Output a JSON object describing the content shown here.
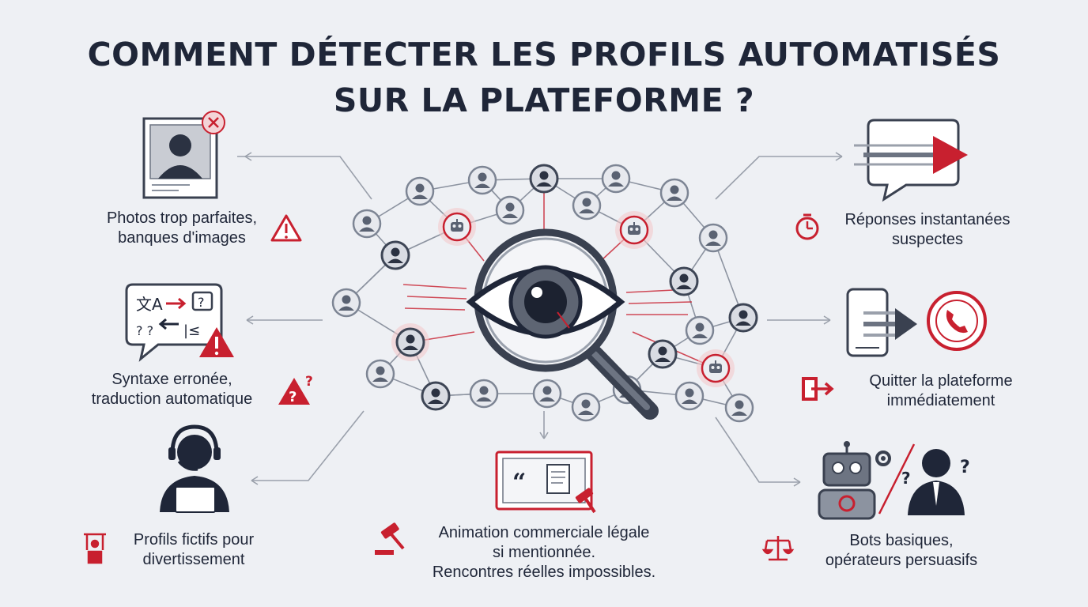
{
  "title": {
    "line1": "COMMENT DÉTECTER LES PROFILS AUTOMATISÉS",
    "line2": "SUR LA PLATEFORME ?"
  },
  "left_items": [
    {
      "line1": "Photos trop parfaites,",
      "line2": "banques d'images",
      "icon": "stock-photo-icon",
      "badge": "warning-triangle-icon"
    },
    {
      "line1": "Syntaxe erronée,",
      "line2": "traduction automatique",
      "icon": "translation-bubble-icon",
      "badge": "question-warning-icon"
    },
    {
      "line1": "Profils fictifs pour",
      "line2": "divertissement",
      "icon": "headset-operator-icon",
      "badge": "puppet-icon"
    }
  ],
  "right_items": [
    {
      "line1": "Réponses instantanées",
      "line2": "suspectes",
      "icon": "fast-message-icon",
      "badge": "stopwatch-icon"
    },
    {
      "line1": "Quitter la plateforme",
      "line2": "immédiatement",
      "icon": "phone-exit-icon",
      "badge": "exit-door-icon"
    },
    {
      "line1": "Bots basiques,",
      "line2": "opérateurs persuasifs",
      "icon": "robot-vs-operator-icon",
      "badge": "scales-icon"
    }
  ],
  "bottom_item": {
    "line1": "Animation commerciale légale",
    "line2": "si mentionnée.",
    "line3": "Rencontres réelles impossibles.",
    "icon": "legal-notice-icon",
    "badge": "gavel-icon"
  },
  "center": {
    "icon": "magnifier-eye-icon",
    "network": "profile-network"
  },
  "colors": {
    "accent": "#c8202f",
    "dark": "#1f2638",
    "line": "#8c93a0",
    "background": "#eef0f4"
  }
}
